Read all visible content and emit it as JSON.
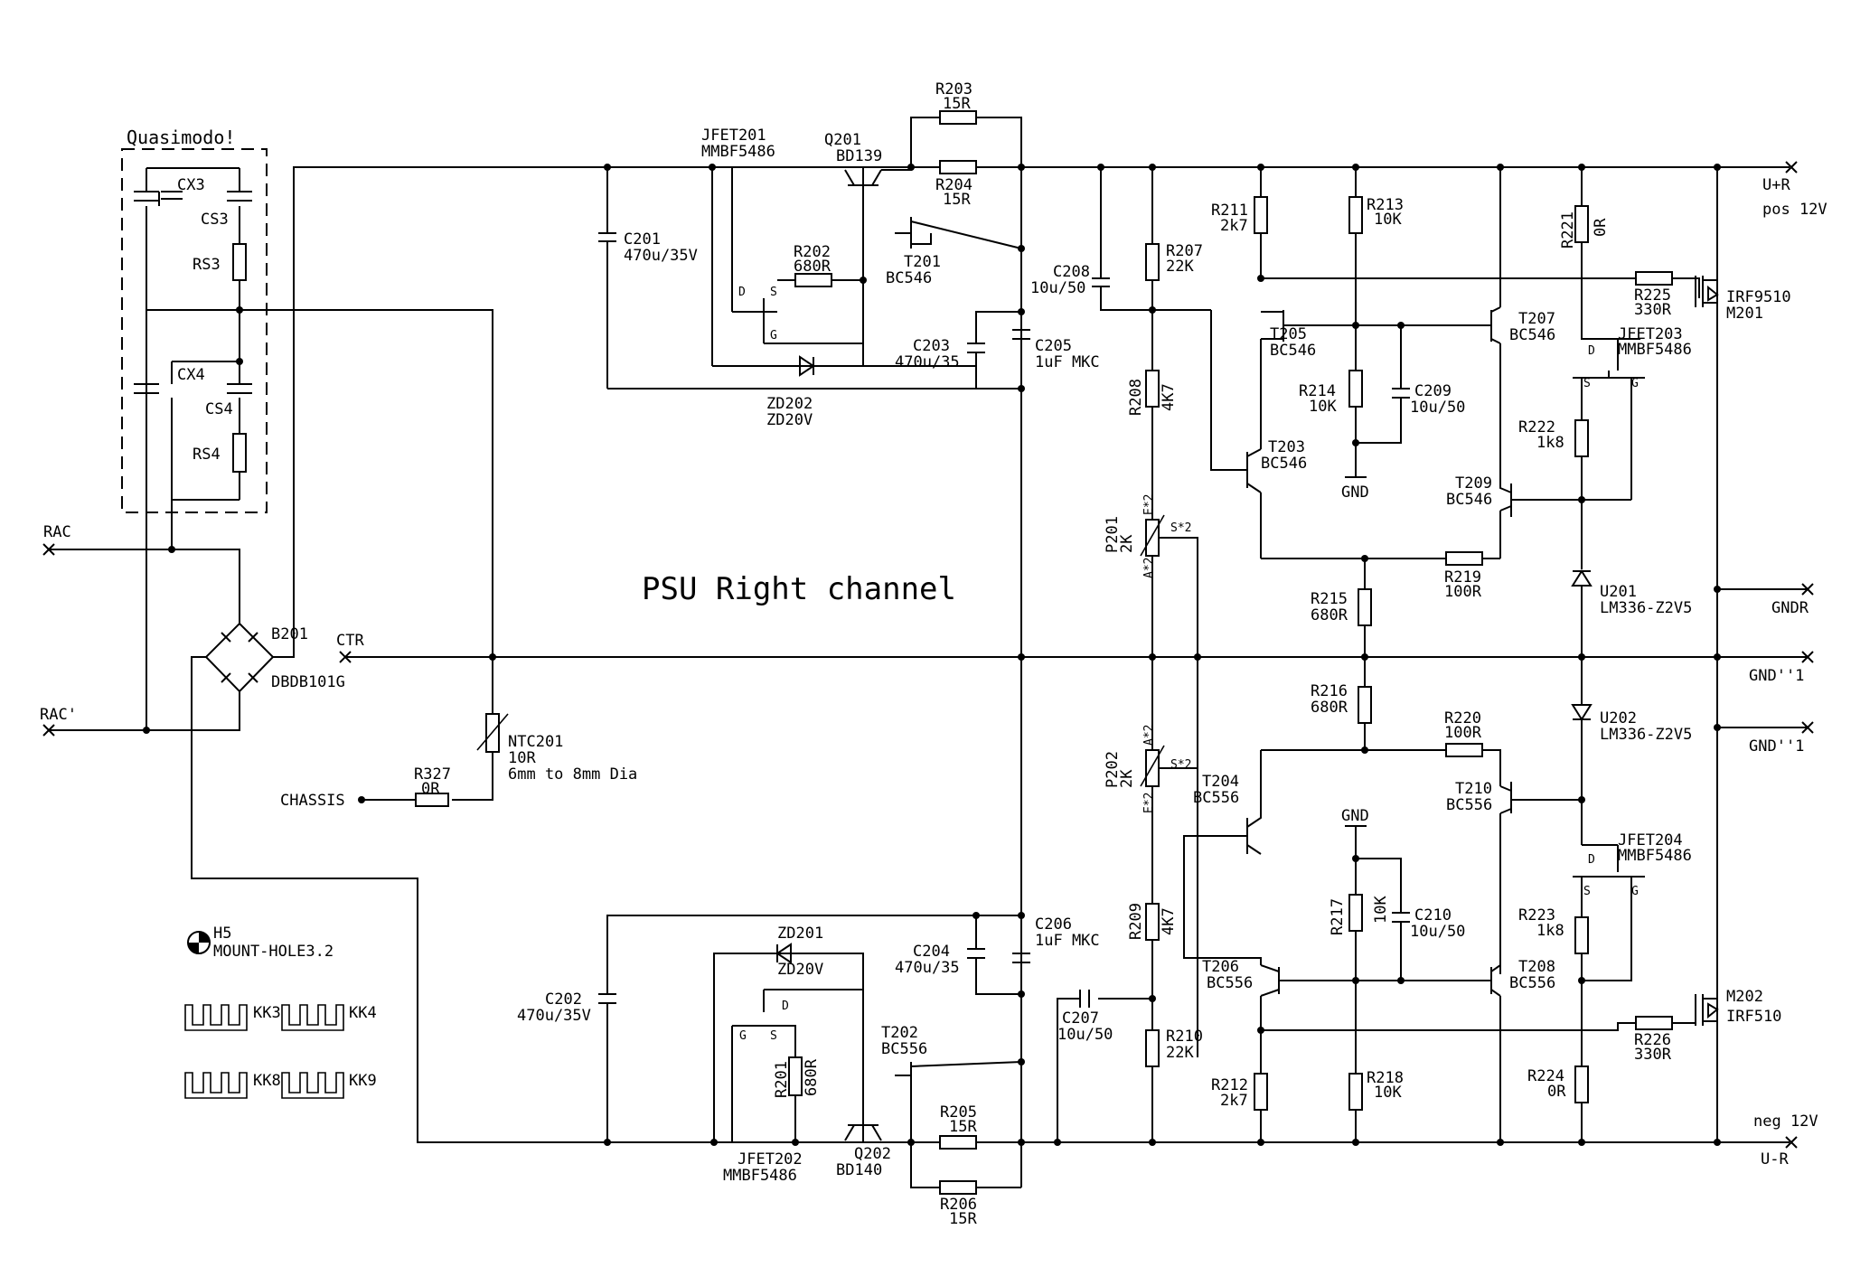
{
  "title": "PSU Right channel",
  "block": {
    "label": "Quasimodo!"
  },
  "labels": {
    "CX3": "CX3",
    "CS3": "CS3",
    "RS3": "RS3",
    "CX4": "CX4",
    "CS4": "CS4",
    "RS4": "RS4",
    "RAC": "RAC",
    "RACp": "RAC'",
    "B201": "B201",
    "B201v": "DBDB101G",
    "CTR": "CTR",
    "CHASSIS": "CHASSIS",
    "R327": "R327",
    "R327v": "0R",
    "NTC201": "NTC201",
    "NTC201v": "10R",
    "NTC201n": "6mm to 8mm Dia",
    "H5": "H5",
    "H5v": "MOUNT-HOLE3.2",
    "KK3": "KK3",
    "KK4": "KK4",
    "KK8": "KK8",
    "KK9": "KK9",
    "R203": "R203",
    "R203v": "15R",
    "R204": "R204",
    "R204v": "15R",
    "JFET201": "JFET201",
    "JFET201v": "MMBF5486",
    "Q201": "Q201",
    "Q201v": "BD139",
    "C201": "C201",
    "C201v": "470u/35V",
    "R202": "R202",
    "R202v": "680R",
    "T201": "T201",
    "T201v": "BC546",
    "C203": "C203",
    "C203v": "470u/35",
    "C205": "C205",
    "C205v": "1uF MKC",
    "ZD202": "ZD202",
    "ZD202v": "ZD20V",
    "C208": "C208",
    "C208v": "10u/50",
    "R207": "R207",
    "R207v": "22K",
    "R208": "R208",
    "R208v": "4K7",
    "P201": "P201",
    "P201v": "2K",
    "R211": "R211",
    "R211v": "2k7",
    "R213": "R213",
    "R213v": "10K",
    "T205": "T205",
    "T205v": "BC546",
    "T207": "T207",
    "T207v": "BC546",
    "R214": "R214",
    "R214v": "10K",
    "C209": "C209",
    "C209v": "10u/50",
    "T203": "T203",
    "T203v": "BC546",
    "GND": "GND",
    "T209": "T209",
    "T209v": "BC546",
    "R219": "R219",
    "R219v": "100R",
    "R215": "R215",
    "R215v": "680R",
    "R221": "R221",
    "R221v": "0R",
    "R225": "R225",
    "R225v": "330R",
    "M201": "M201",
    "M201v": "IRF9510",
    "JFET203": "JFET203",
    "JFET203v": "MMBF5486",
    "R222": "R222",
    "R222v": "1k8",
    "U201": "U201",
    "U201v": "LM336-Z2V5",
    "UpR": "U+R",
    "pos12": "pos 12V",
    "GNDR": "GNDR",
    "GND1a": "GND''1",
    "GND1b": "GND''1",
    "R216": "R216",
    "R216v": "680R",
    "R220": "R220",
    "R220v": "100R",
    "U202": "U202",
    "U202v": "LM336-Z2V5",
    "P202": "P202",
    "P202v": "2K",
    "T204": "T204",
    "T204v": "BC556",
    "T210": "T210",
    "T210v": "BC556",
    "JFET204": "JFET204",
    "JFET204v": "MMBF5486",
    "R209": "R209",
    "R209v": "4K7",
    "R217": "R217",
    "R217v": "10K",
    "C210": "C210",
    "C210v": "10u/50",
    "R223": "R223",
    "R223v": "1k8",
    "C202": "C202",
    "C202v": "470u/35V",
    "ZD201": "ZD201",
    "ZD201v": "ZD20V",
    "C204": "C204",
    "C204v": "470u/35",
    "C206": "C206",
    "C206v": "1uF MKC",
    "R201": "R201",
    "R201v": "680R",
    "T202": "T202",
    "T202v": "BC556",
    "R205": "R205",
    "R205v": "15R",
    "R206": "R206",
    "R206v": "15R",
    "JFET202": "JFET202",
    "JFET202v": "MMBF5486",
    "Q202": "Q202",
    "Q202v": "BD140",
    "C207": "C207",
    "C207v": "10u/50",
    "R210": "R210",
    "R210v": "22K",
    "T206": "T206",
    "T206v": "BC556",
    "T208": "T208",
    "T208v": "BC556",
    "R212": "R212",
    "R212v": "2k7",
    "R218": "R218",
    "R218v": "10K",
    "R224": "R224",
    "R224v": "0R",
    "R226": "R226",
    "R226v": "330R",
    "M202": "M202",
    "M202v": "IRF510",
    "UmR": "U-R",
    "neg12": "neg 12V",
    "pinD": "D",
    "pinS": "S",
    "pinG": "G",
    "pinE2": "E*2",
    "pinS2": "S*2",
    "pinA2": "A*2"
  }
}
